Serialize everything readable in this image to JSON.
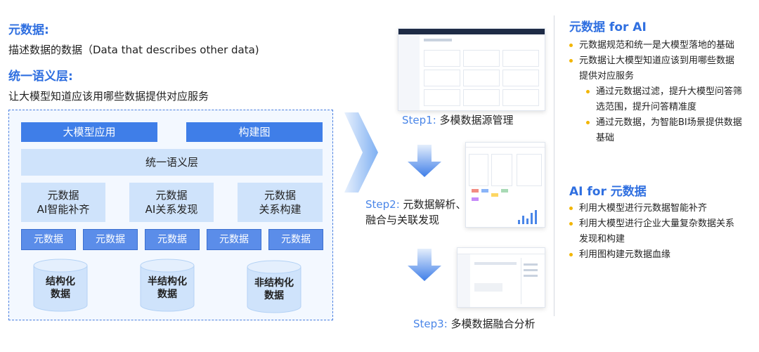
{
  "left": {
    "metadata_title": "元数据:",
    "metadata_desc": "描述数据的数据（Data that describes other data)",
    "semantic_title": "统一语义层:",
    "semantic_desc": "让大模型知道应该用哪些数据提供对应服务"
  },
  "arch": {
    "top_left": "大模型应用",
    "top_right": "构建图",
    "semantic_layer": "统一语义层",
    "functions": [
      {
        "line1": "元数据",
        "line2": "AI智能补齐"
      },
      {
        "line1": "元数据",
        "line2": "AI关系发现"
      },
      {
        "line1": "元数据",
        "line2": "关系构建"
      }
    ],
    "chips": [
      "元数据",
      "元数据",
      "元数据",
      "元数据",
      "元数据"
    ],
    "sources": [
      {
        "line1": "结构化",
        "line2": "数据"
      },
      {
        "line1": "半结构化",
        "line2": "数据"
      },
      {
        "line1": "非结构化",
        "line2": "数据"
      }
    ]
  },
  "steps": {
    "step1_num": "Step1:",
    "step1_text": "多模数据源管理",
    "step2_num": "Step2:",
    "step2_text_a": "元数据解析、",
    "step2_text_b": "融合与关联发现",
    "step3_num": "Step3:",
    "step3_text": "多模数据融合分析"
  },
  "right": {
    "meta_for_ai_title": "元数据 for AI",
    "meta_for_ai_items": [
      "元数据规范和统一是大模型落地的基础",
      "元数据让大模型知道应该到用哪些数据",
      "提供对应服务"
    ],
    "meta_sub_items": [
      "通过元数据过滤，提升大模型问答筛",
      "选范围，提升问答精准度",
      "通过元数据，为智能BI场景提供数据",
      "基础"
    ],
    "ai_for_meta_title": "AI for 元数据",
    "ai_for_meta_items": [
      "利用大模型进行元数据智能补齐",
      "利用大模型进行企业大量复杂数据关系",
      "发现和构建",
      "利用图构建元数据血缘"
    ]
  },
  "colors": {
    "accent": "#2f6fe0",
    "bar_dark": "#3f7ee8",
    "bar_light": "#cfe3fb",
    "bullet": "#f2b500"
  }
}
